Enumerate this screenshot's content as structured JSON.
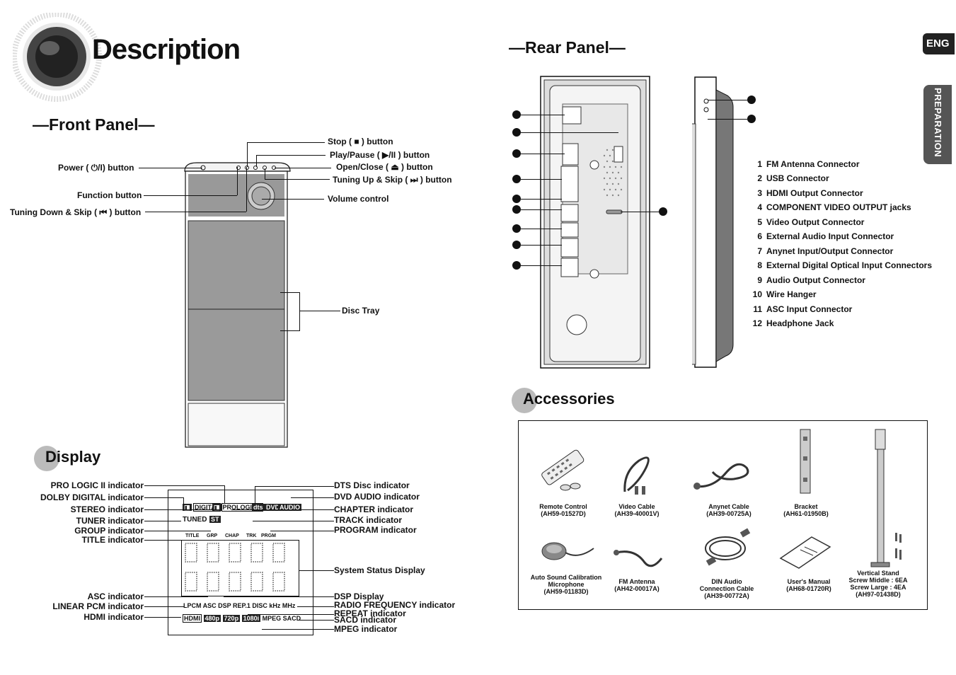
{
  "header": {
    "title": "Description"
  },
  "side_tabs": {
    "lang": "ENG",
    "section": "PREPARATION"
  },
  "front_panel": {
    "heading": "Front Panel",
    "labels_left": {
      "power": "Power ( ⏻/I) button",
      "function": "Function button",
      "tuning_down": "Tuning Down & Skip ( ⏮ ) button"
    },
    "labels_right": {
      "stop": "Stop ( ■ ) button",
      "play_pause": "Play/Pause ( ▶/II ) button",
      "open_close": "Open/Close ( ⏏ ) button",
      "tuning_up": "Tuning Up & Skip ( ⏭ ) button",
      "volume": "Volume control",
      "disc_tray": "Disc Tray"
    }
  },
  "display": {
    "heading": "Display",
    "labels_left": [
      "PRO LOGIC II indicator",
      "DOLBY DIGITAL indicator",
      "STEREO indicator",
      "TUNER indicator",
      "GROUP indicator",
      "TITLE indicator",
      "ASC indicator",
      "LINEAR PCM indicator",
      "HDMI indicator"
    ],
    "labels_right": [
      "DTS Disc indicator",
      "DVD AUDIO indicator",
      "CHAPTER indicator",
      "TRACK indicator",
      "PROGRAM indicator",
      "System Status Display",
      "DSP Display",
      "RADIO FREQUENCY indicator",
      "REPEAT indicator",
      "SACD indicator",
      "MPEG indicator"
    ],
    "panel": {
      "digital": "DIGITAL",
      "prologic": "PROLOGIC II",
      "dts": "dts",
      "dvd": "DVD",
      "audio": "AUDIO",
      "tuned": "TUNED",
      "st": "ST",
      "title": "TITLE",
      "grp": "GRP",
      "chap": "CHAP",
      "trk": "TRK",
      "prgm": "PRGM",
      "bottom_row": "LPCM ASC DSP REP.1 DISC  kHz MHz",
      "hdmi": "HDMI",
      "p480": "480p",
      "p720": "720p",
      "i1080": "1080i",
      "mpeg_sacd": "MPEG SACD"
    }
  },
  "rear_panel": {
    "heading": "Rear Panel",
    "items": [
      {
        "n": "1",
        "label": "FM Antenna Connector"
      },
      {
        "n": "2",
        "label": "USB Connector"
      },
      {
        "n": "3",
        "label": "HDMI Output Connector"
      },
      {
        "n": "4",
        "label": "COMPONENT VIDEO OUTPUT jacks"
      },
      {
        "n": "5",
        "label": "Video Output Connector"
      },
      {
        "n": "6",
        "label": "External Audio Input Connector"
      },
      {
        "n": "7",
        "label": "Anynet Input/Output  Connector"
      },
      {
        "n": "8",
        "label": "External Digital Optical Input Connectors"
      },
      {
        "n": "9",
        "label": "Audio Output Connector"
      },
      {
        "n": "10",
        "label": "Wire Hanger"
      },
      {
        "n": "11",
        "label": "ASC Input Connector"
      },
      {
        "n": "12",
        "label": "Headphone Jack"
      }
    ]
  },
  "accessories": {
    "heading": "Accessories",
    "items": [
      {
        "name": "Remote Control",
        "code": "(AH59-01527D)"
      },
      {
        "name": "Video Cable",
        "code": "(AH39-40001V)"
      },
      {
        "name": "Anynet Cable",
        "code": "(AH39-00725A)"
      },
      {
        "name": "Bracket",
        "code": "(AH61-01950B)"
      },
      {
        "name": "Auto Sound Calibration\nMicrophone",
        "code": "(AH59-01183D)"
      },
      {
        "name": "FM Antenna",
        "code": "(AH42-00017A)"
      },
      {
        "name": "DIN Audio\nConnection Cable",
        "code": "(AH39-00772A)"
      },
      {
        "name": "User's Manual",
        "code": "(AH68-01720R)"
      },
      {
        "name": "Vertical Stand\nScrew Middle : 6EA\nScrew Large : 4EA",
        "code": "(AH97-01438D)"
      }
    ]
  }
}
